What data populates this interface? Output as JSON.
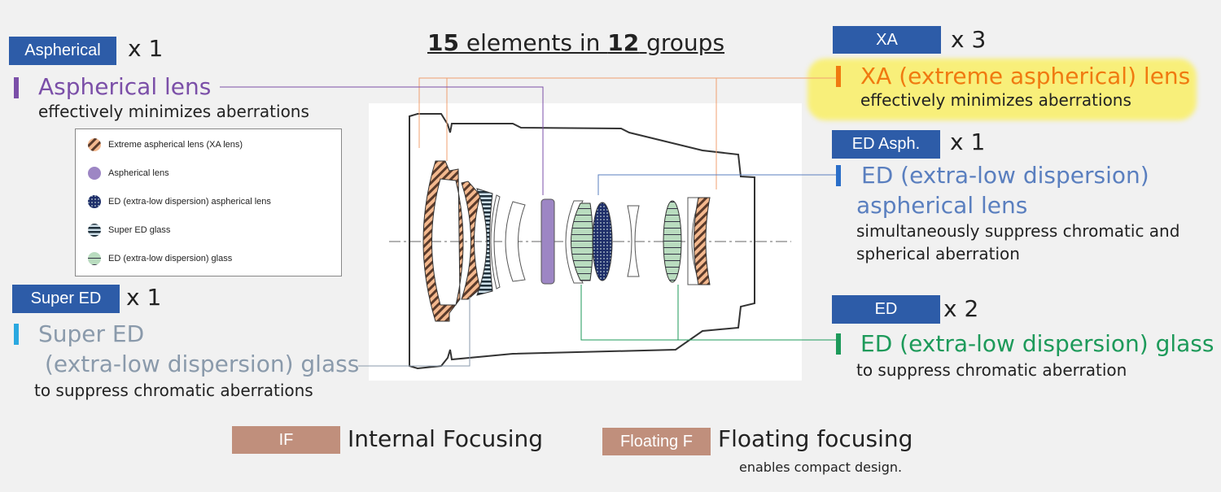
{
  "title": {
    "count1": "15",
    "mid": " elements in ",
    "count2": "12",
    "end": " groups"
  },
  "aspherical": {
    "tag": "Aspherical",
    "count": "x 1",
    "heading": "Aspherical lens",
    "desc": "effectively minimizes aberrations",
    "color": "#7b4fa8"
  },
  "super_ed": {
    "tag": "Super ED",
    "count": "x 1",
    "heading1": "Super ED",
    "heading2": "(extra-low dispersion) glass",
    "desc": "to suppress chromatic aberrations",
    "color": "#8a9aab"
  },
  "xa": {
    "tag": "XA",
    "count": "x 3",
    "heading": "XA (extreme aspherical) lens",
    "desc": "effectively minimizes aberrations",
    "color": "#f07a10"
  },
  "ed_asph": {
    "tag": "ED Asph.",
    "count": "x 1",
    "heading1": "ED  (extra-low dispersion)",
    "heading2": "aspherical lens",
    "desc1": " simultaneously suppress chromatic and",
    "desc2": "spherical aberration",
    "color": "#5a7fbf"
  },
  "ed": {
    "tag": "ED",
    "count": "x 2",
    "heading": "ED (extra-low dispersion) glass",
    "desc": "to suppress chromatic aberration",
    "color": "#1d9a5a"
  },
  "legend": [
    {
      "label": "Extreme aspherical lens (XA lens)",
      "icon": "xa-lens-swatch"
    },
    {
      "label": "Aspherical lens",
      "icon": "aspherical-swatch"
    },
    {
      "label": "ED (extra-low dispersion) aspherical lens",
      "icon": "ed-aspherical-swatch"
    },
    {
      "label": "Super ED glass",
      "icon": "super-ed-swatch"
    },
    {
      "label": "ED (extra-low dispersion) glass",
      "icon": "ed-glass-swatch"
    }
  ],
  "features": {
    "if_tag": "IF",
    "if_label": "Internal Focusing",
    "ff_tag": "Floating F",
    "ff_label": "Floating focusing",
    "ff_desc": "enables compact design."
  }
}
